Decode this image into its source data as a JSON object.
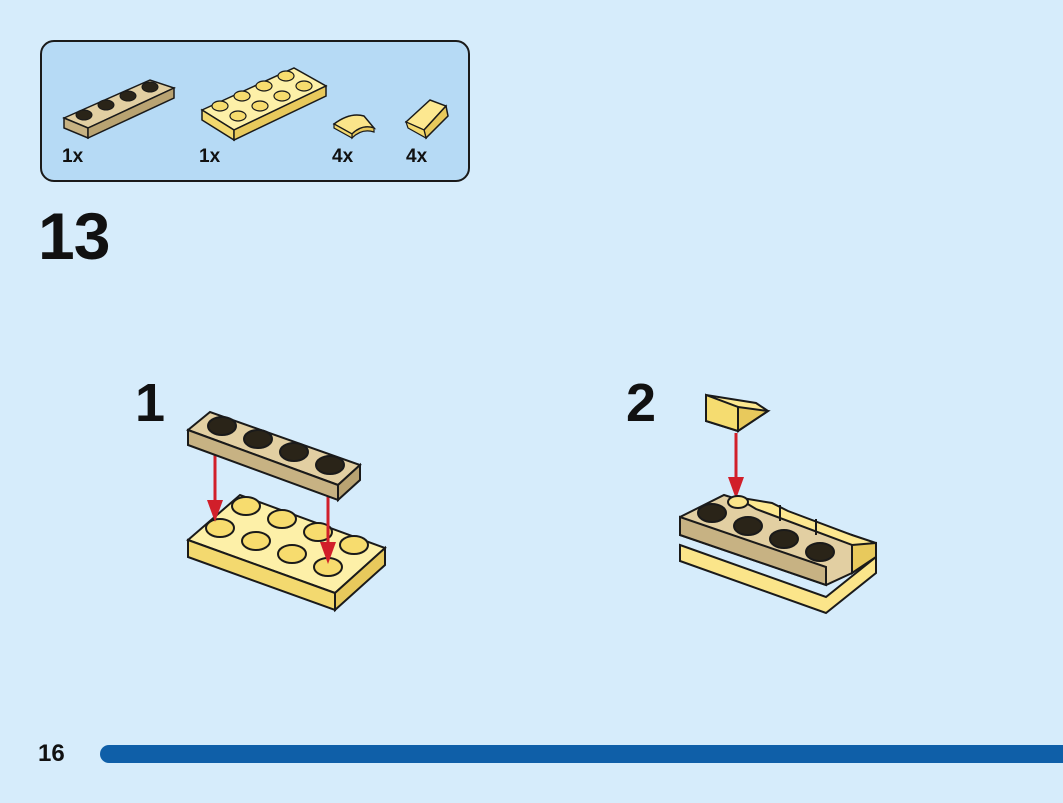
{
  "step": {
    "number": "13"
  },
  "parts_list": [
    {
      "name": "tan-plate-1x4",
      "qty": "1x"
    },
    {
      "name": "yellow-plate-2x4",
      "qty": "1x"
    },
    {
      "name": "yellow-quarter-round-tile",
      "qty": "4x"
    },
    {
      "name": "yellow-slope-1x1",
      "qty": "4x"
    }
  ],
  "sub_steps": [
    {
      "number": "1"
    },
    {
      "number": "2"
    }
  ],
  "page": {
    "number": "16"
  },
  "colors": {
    "background": "#d6ecfb",
    "parts_box": "#b6daf5",
    "tan": "#d4bf8e",
    "yellow": "#fbe58a",
    "arrow": "#d11f2a",
    "progress_bar": "#0f5fa8"
  }
}
